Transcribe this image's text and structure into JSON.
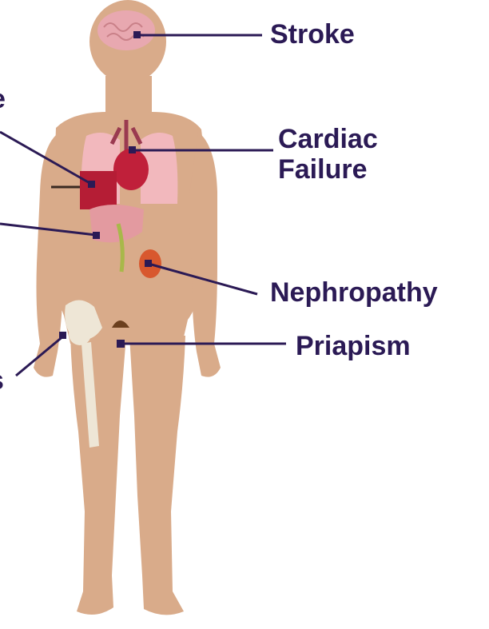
{
  "labels": {
    "stroke": "Stroke",
    "cardiac_line1": "Cardiac",
    "cardiac_line2": "Failure",
    "nephropathy": "Nephropathy",
    "priapism": "Priapism",
    "cut_left_top": "e",
    "cut_left_bottom": "s"
  },
  "colors": {
    "label_text": "#2b1a55",
    "leader_line": "#2b1a55",
    "skin": "#d9ab8a",
    "skin_shadow": "#c99a78",
    "brain": "#e8a8b0",
    "lungs": "#f2b8bd",
    "heart": "#c0203a",
    "liver_block": "#b51d35",
    "stomach": "#e39aa0",
    "kidney": "#d8582e",
    "bone": "#eee6d6",
    "vessel": "#9a3a50"
  }
}
